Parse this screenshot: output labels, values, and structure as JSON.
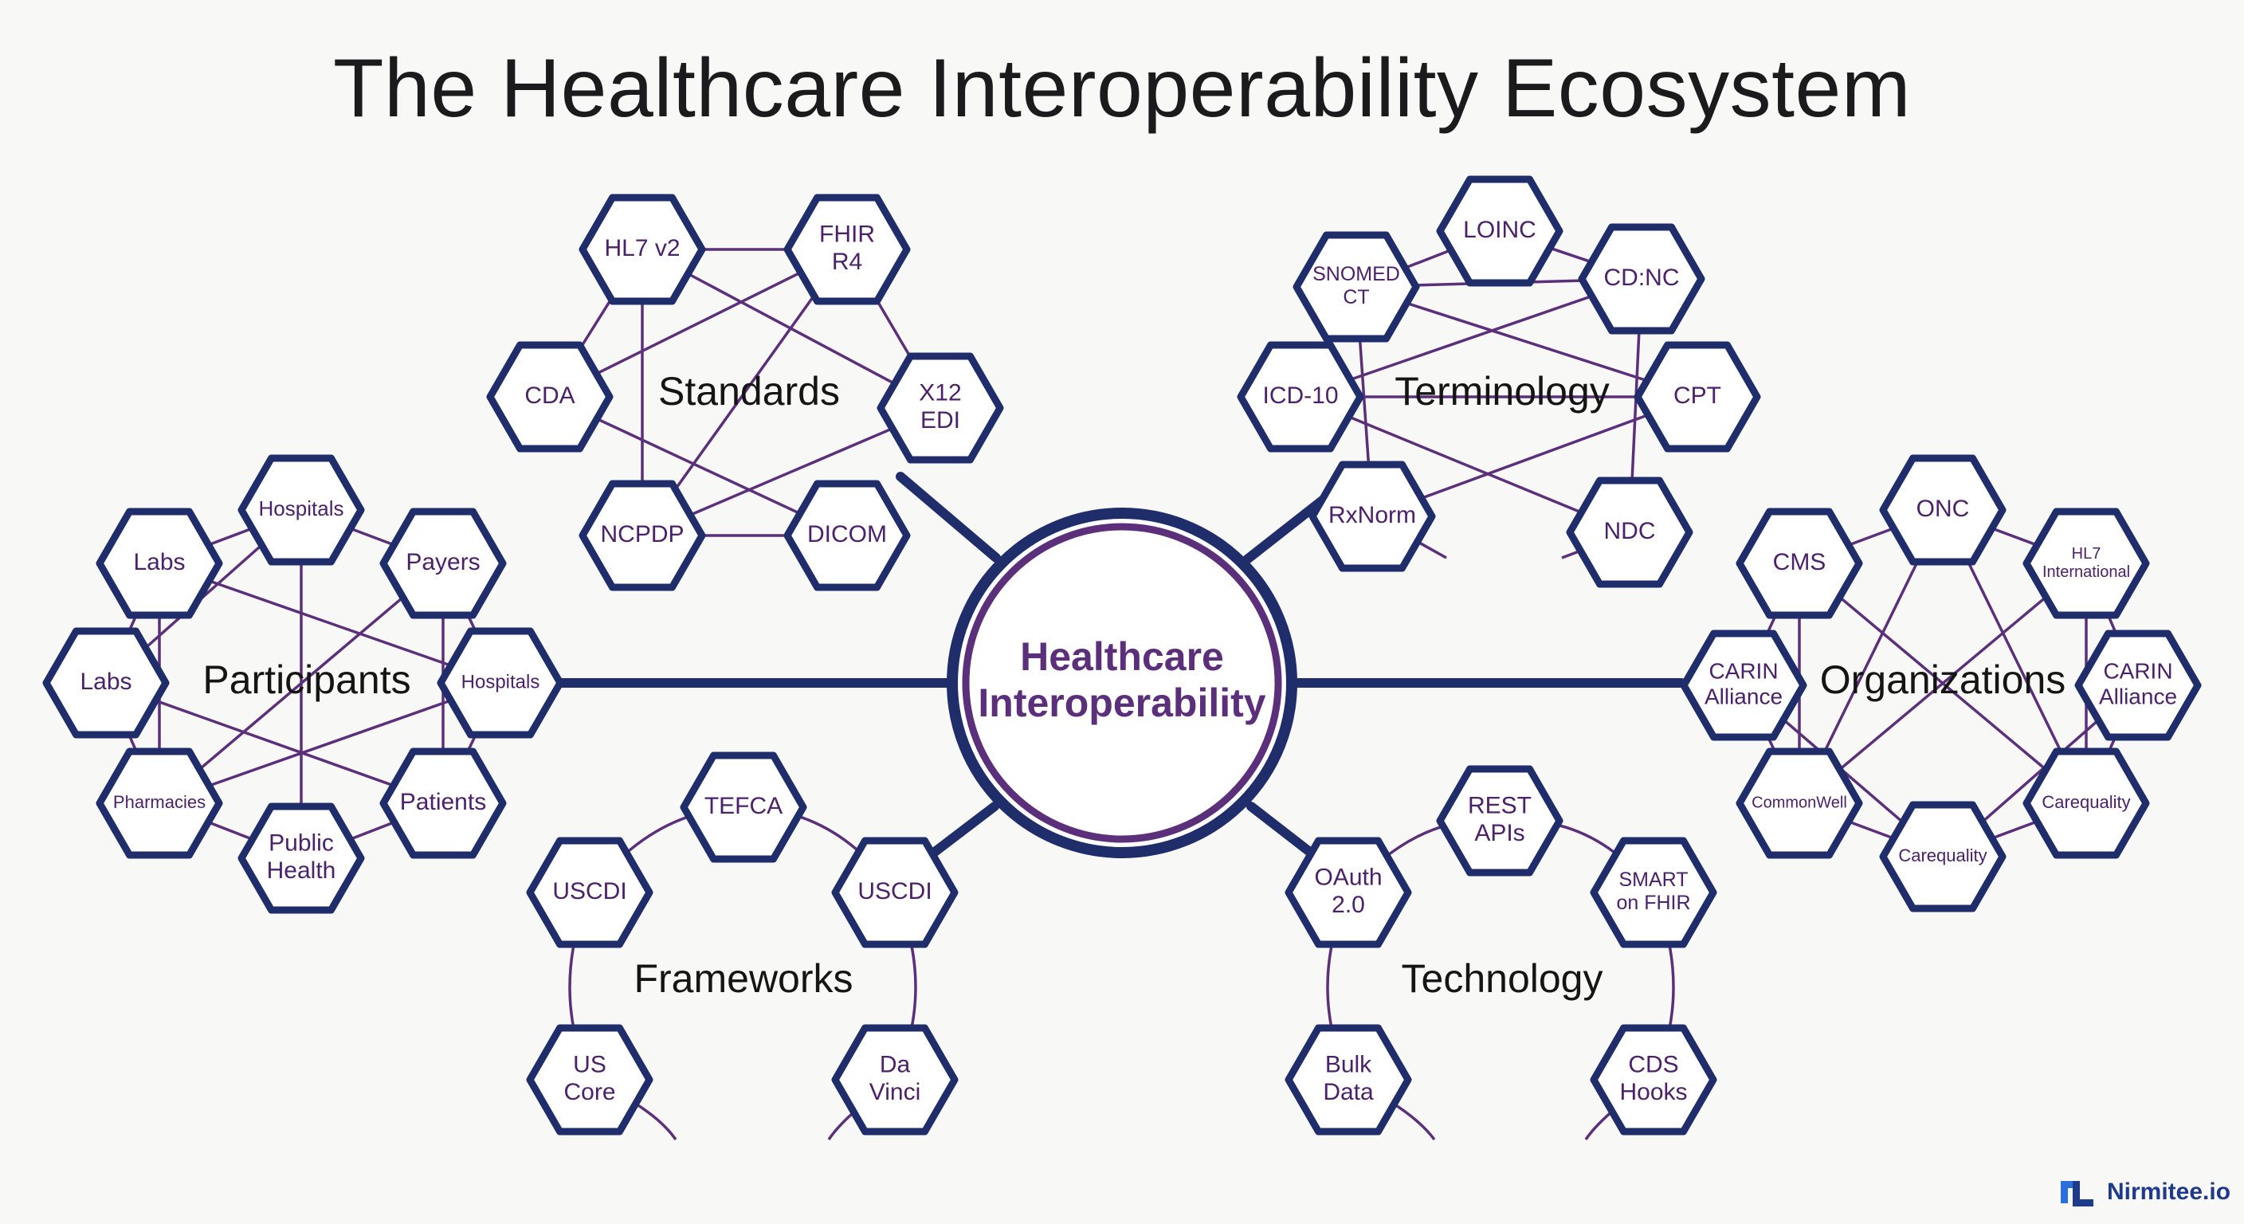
{
  "title": "The Healthcare Interoperability Ecosystem",
  "hub": {
    "line1": "Healthcare",
    "line2": "Interoperability"
  },
  "clusters": {
    "standards": {
      "label": "Standards",
      "nodes": [
        {
          "id": "hl7v2",
          "lines": [
            "HL7 v2"
          ]
        },
        {
          "id": "fhir",
          "lines": [
            "FHIR",
            "R4"
          ]
        },
        {
          "id": "cda",
          "lines": [
            "CDA"
          ]
        },
        {
          "id": "x12",
          "lines": [
            "X12",
            "EDI"
          ]
        },
        {
          "id": "ncpdp",
          "lines": [
            "NCPDP"
          ]
        },
        {
          "id": "dicom",
          "lines": [
            "DICOM"
          ]
        }
      ]
    },
    "terminology": {
      "label": "Terminology",
      "nodes": [
        {
          "id": "loinc",
          "lines": [
            "LOINC"
          ]
        },
        {
          "id": "snomed",
          "lines": [
            "SNOMED",
            "CT"
          ]
        },
        {
          "id": "cdnc",
          "lines": [
            "CD:NC"
          ]
        },
        {
          "id": "icd10",
          "lines": [
            "ICD-10"
          ]
        },
        {
          "id": "cpt",
          "lines": [
            "CPT"
          ]
        },
        {
          "id": "rxnorm",
          "lines": [
            "RxNorm"
          ]
        },
        {
          "id": "ndc",
          "lines": [
            "NDC"
          ]
        }
      ]
    },
    "participants": {
      "label": "Participants",
      "nodes": [
        {
          "id": "hospitals-top",
          "lines": [
            "Hospitals"
          ]
        },
        {
          "id": "labs-top",
          "lines": [
            "Labs"
          ]
        },
        {
          "id": "payers",
          "lines": [
            "Payers"
          ]
        },
        {
          "id": "labs-left",
          "lines": [
            "Labs"
          ]
        },
        {
          "id": "hospitals-right",
          "lines": [
            "Hospitals"
          ]
        },
        {
          "id": "pharmacies",
          "lines": [
            "Pharmacies"
          ]
        },
        {
          "id": "patients",
          "lines": [
            "Patients"
          ]
        },
        {
          "id": "public-health",
          "lines": [
            "Public",
            "Health"
          ]
        }
      ]
    },
    "organizations": {
      "label": "Organizations",
      "nodes": [
        {
          "id": "onc",
          "lines": [
            "ONC"
          ]
        },
        {
          "id": "cms",
          "lines": [
            "CMS"
          ]
        },
        {
          "id": "hl7intl",
          "lines": [
            "HL7",
            "International"
          ]
        },
        {
          "id": "carin-left",
          "lines": [
            "CARIN",
            "Alliance"
          ]
        },
        {
          "id": "carin-right",
          "lines": [
            "CARIN",
            "Alliance"
          ]
        },
        {
          "id": "commonwell",
          "lines": [
            "CommonWell"
          ]
        },
        {
          "id": "carequality-right",
          "lines": [
            "Carequality"
          ]
        },
        {
          "id": "carequality-bottom",
          "lines": [
            "Carequality"
          ]
        }
      ]
    },
    "frameworks": {
      "label": "Frameworks",
      "nodes": [
        {
          "id": "tefca",
          "lines": [
            "TEFCA"
          ]
        },
        {
          "id": "uscdi-left",
          "lines": [
            "USCDI"
          ]
        },
        {
          "id": "uscdi-right",
          "lines": [
            "USCDI"
          ]
        },
        {
          "id": "uscore",
          "lines": [
            "US",
            "Core"
          ]
        },
        {
          "id": "davinci",
          "lines": [
            "Da",
            "Vinci"
          ]
        }
      ]
    },
    "technology": {
      "label": "Technology",
      "nodes": [
        {
          "id": "rest",
          "lines": [
            "REST",
            "APIs"
          ]
        },
        {
          "id": "oauth",
          "lines": [
            "OAuth",
            "2.0"
          ]
        },
        {
          "id": "smart",
          "lines": [
            "SMART",
            "on FHIR"
          ]
        },
        {
          "id": "bulk",
          "lines": [
            "Bulk",
            "Data"
          ]
        },
        {
          "id": "cds",
          "lines": [
            "CDS",
            "Hooks"
          ]
        }
      ]
    }
  },
  "brand": {
    "name": "Nirmitee.io",
    "logo_icon": "nirmitee-logo-icon"
  },
  "colors": {
    "navy": "#1f2d6b",
    "purple": "#4b2169",
    "hub_ring": "#5c2f7a"
  }
}
